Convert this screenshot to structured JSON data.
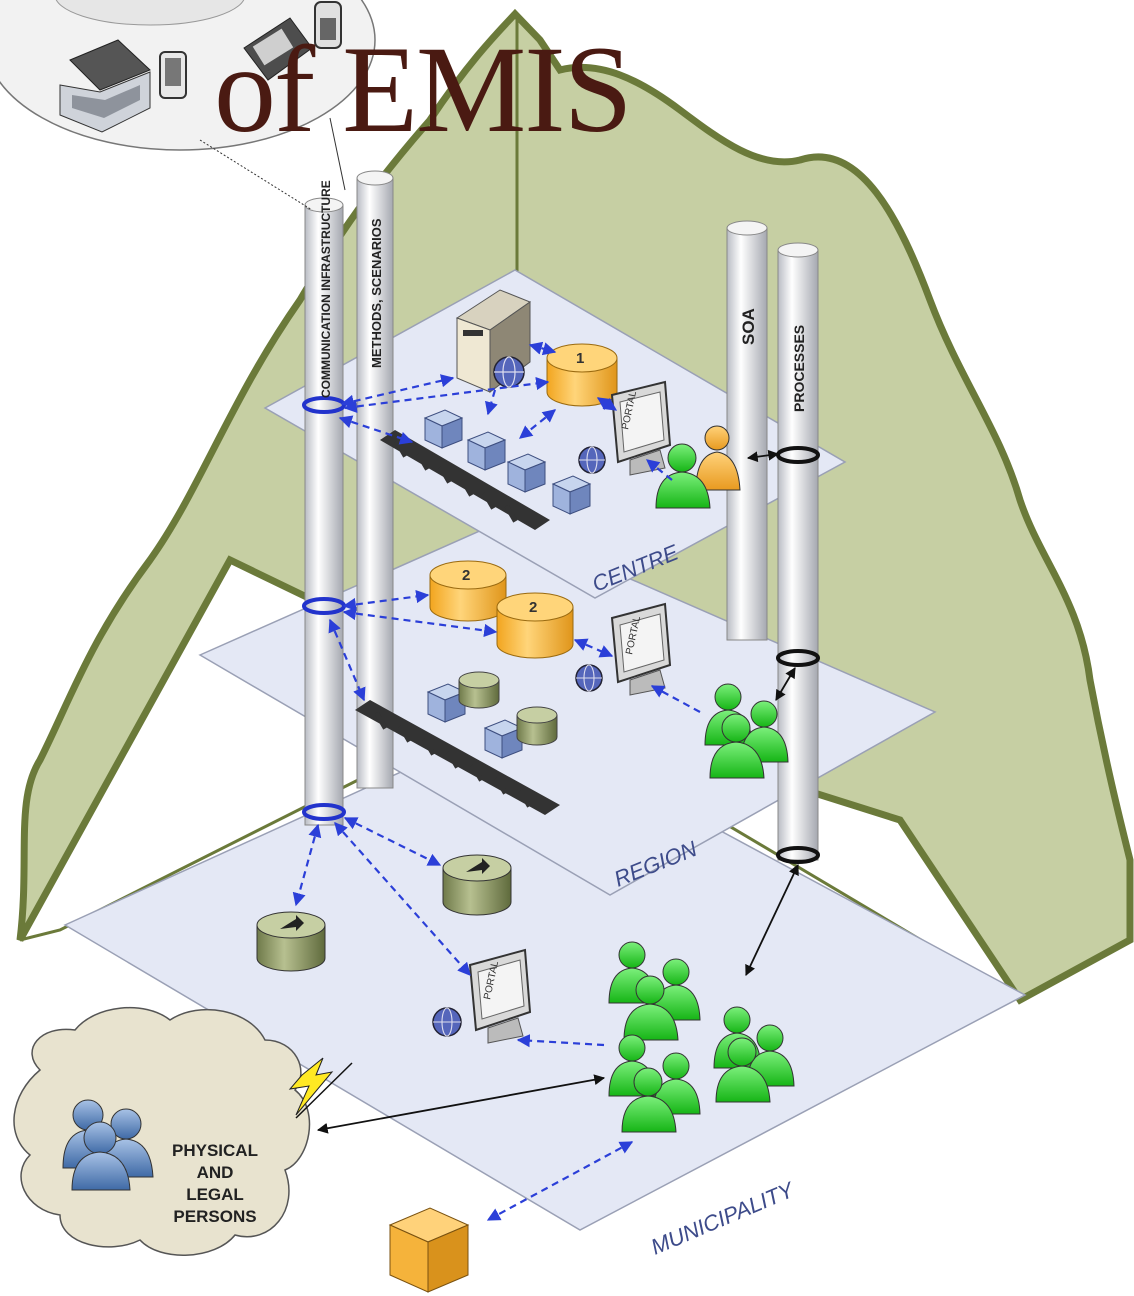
{
  "title": "of EMIS",
  "pillars": {
    "communication": "COMMUNICATION INFRASTRUCTURE",
    "methods": "METHODS, SCENARIOS",
    "soa": "SOA",
    "processes": "PROCESSES"
  },
  "levels": {
    "centre": "CENTRE",
    "region": "REGION",
    "municipality": "MUNICIPALITY"
  },
  "databases": {
    "centre_db": "1",
    "region_db_a": "2",
    "region_db_b": "2"
  },
  "portal_label": "PORTAL",
  "persons": {
    "line1": "PHYSICAL",
    "line2": "AND",
    "line3": "LEGAL",
    "line4": "PERSONS"
  },
  "colors": {
    "wall": "#c6cfa3",
    "wall_edge": "#6b7a3a",
    "floor": "#e4e8f5",
    "arrow_blue": "#2b3fd8",
    "db_orange": "#f5b33b",
    "people_green": "#2ecc2e",
    "people_orange": "#f2a530",
    "people_blue": "#5a82b8",
    "title": "#4a1a12"
  },
  "icons": [
    "laptop-icon",
    "phone-icon",
    "telephone-icon",
    "server-icon",
    "globe-icon",
    "database-icon",
    "portal-monitor-icon",
    "people-icon",
    "cube-icon",
    "lightning-icon"
  ]
}
